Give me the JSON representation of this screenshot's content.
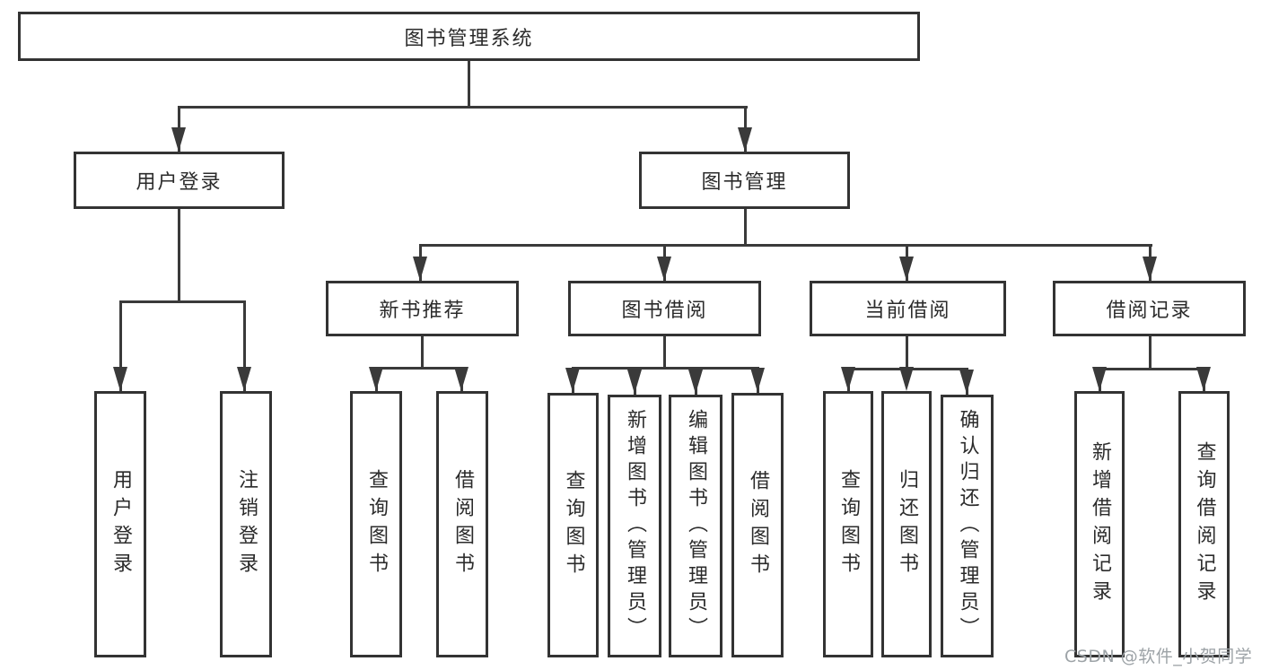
{
  "diagram": {
    "root": {
      "label": "图书管理系统"
    },
    "level2": [
      {
        "label": "用户登录"
      },
      {
        "label": "图书管理"
      }
    ],
    "level3": [
      {
        "label": "新书推荐"
      },
      {
        "label": "图书借阅"
      },
      {
        "label": "当前借阅"
      },
      {
        "label": "借阅记录"
      }
    ],
    "leaves": {
      "user_login": [
        "用户登录",
        "注销登录"
      ],
      "new_books": [
        "查询图书",
        "借阅图书"
      ],
      "book_borrow": [
        "查询图书",
        "新增图书（管理员）",
        "编辑图书（管理员）",
        "借阅图书"
      ],
      "current_borrow": [
        "查询图书",
        "归还图书",
        "确认归还（管理员）"
      ],
      "borrow_records": [
        "新增借阅记录",
        "查询借阅记录"
      ]
    }
  },
  "watermark": {
    "text": "CSDN @软件_小贺同学"
  },
  "colors": {
    "line": "#3a3a3a",
    "box_border": "#333333",
    "text": "#2b2b2b",
    "watermark": "#9da3a7"
  }
}
